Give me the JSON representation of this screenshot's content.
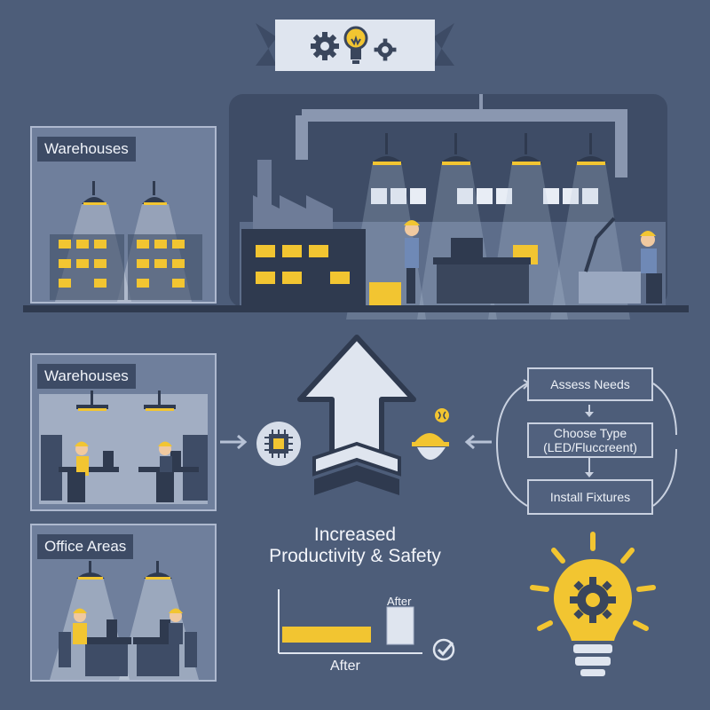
{
  "colors": {
    "background": "#4d5d79",
    "panel": "#6f7f9c",
    "accent_yellow": "#f2c531",
    "light": "#dfe5ef",
    "dark": "#2f3a4f"
  },
  "top_banner": {
    "icons": [
      "gear-icon",
      "lightbulb-icon",
      "gear-icon"
    ]
  },
  "scene": {
    "warehouse_label": "Warehouses"
  },
  "left_panels": [
    {
      "label": "Warehouses"
    },
    {
      "label": "Office Areas"
    }
  ],
  "center": {
    "caption_line1": "Increased",
    "caption_line2": "Productivity & Safety",
    "left_icon": "chip-icon",
    "right_icon": "worker-head-icon"
  },
  "flow": {
    "steps": [
      "Assess Needs",
      "Choose Type\n(LED/Fluccreent)",
      "Install Fixtures"
    ]
  },
  "chart_data": {
    "type": "bar",
    "categories": [
      "",
      "After"
    ],
    "values": [
      100,
      35
    ],
    "bar_labels": [
      "",
      "After"
    ],
    "xlabel": "After",
    "ylabel": "",
    "title": "",
    "orientation": "mixed"
  },
  "bottom_right_icon": "gear-lightbulb-icon",
  "check_icon": "check-circle-icon"
}
